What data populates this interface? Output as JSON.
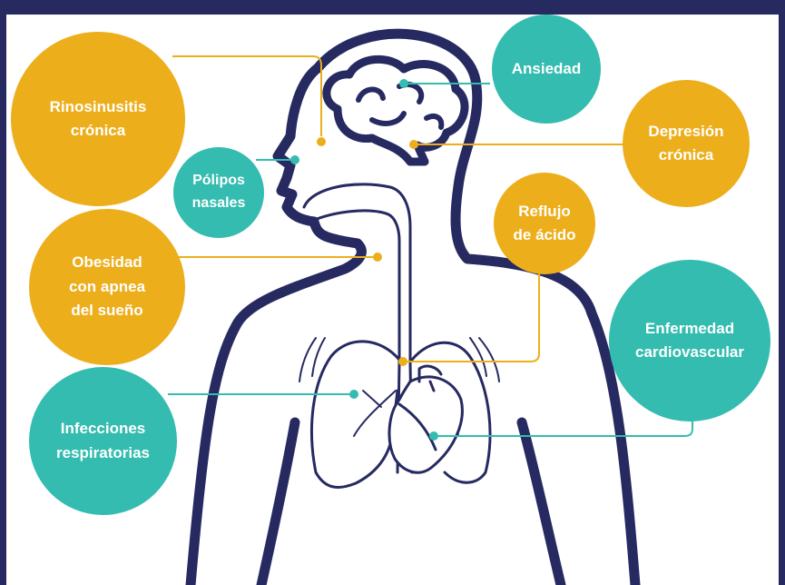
{
  "colors": {
    "yellow": "#edae1c",
    "teal": "#33bcaf",
    "navy": "#262a61",
    "white": "#ffffff"
  },
  "conditions": [
    {
      "id": "rinosinusitis",
      "label": "Rinosinusitis crónica",
      "lines": [
        "Rinosinusitis",
        "crónica"
      ],
      "color": "yellow"
    },
    {
      "id": "polipos",
      "label": "Pólipos nasales",
      "lines": [
        "Pólipos",
        "nasales"
      ],
      "color": "teal"
    },
    {
      "id": "obesidad",
      "label": "Obesidad con apnea del sueño",
      "lines": [
        "Obesidad",
        "con apnea",
        "del sueño"
      ],
      "color": "yellow"
    },
    {
      "id": "infecciones",
      "label": "Infecciones respiratorias",
      "lines": [
        "Infecciones",
        "respiratorias"
      ],
      "color": "teal"
    },
    {
      "id": "ansiedad",
      "label": "Ansiedad",
      "lines": [
        "Ansiedad"
      ],
      "color": "teal"
    },
    {
      "id": "depresion",
      "label": "Depresión crónica",
      "lines": [
        "Depresión",
        "crónica"
      ],
      "color": "yellow"
    },
    {
      "id": "reflujo",
      "label": "Reflujo de ácido",
      "lines": [
        "Reflujo",
        "de ácido"
      ],
      "color": "yellow"
    },
    {
      "id": "cardiovascular",
      "label": "Enfermedad cardiovascular",
      "lines": [
        "Enfermedad",
        "cardiovascular"
      ],
      "color": "teal"
    }
  ]
}
